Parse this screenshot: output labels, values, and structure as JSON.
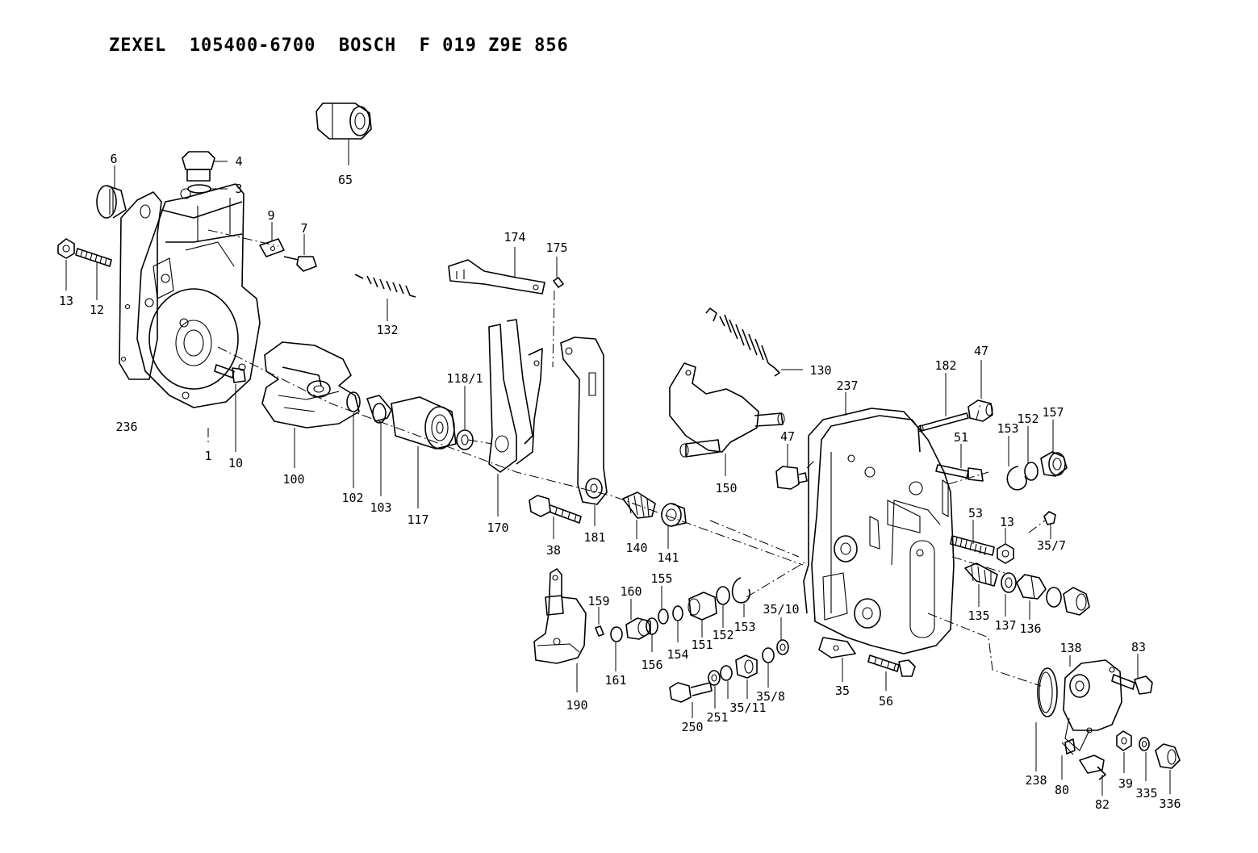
{
  "title": "ZEXEL  105400-6700  BOSCH  F 019 Z9E 856",
  "part_labels": [
    {
      "id": "65",
      "text": "65"
    },
    {
      "id": "6",
      "text": "6"
    },
    {
      "id": "4",
      "text": "4"
    },
    {
      "id": "3",
      "text": "3"
    },
    {
      "id": "9",
      "text": "9"
    },
    {
      "id": "7",
      "text": "7"
    },
    {
      "id": "13a",
      "text": "13"
    },
    {
      "id": "12",
      "text": "12"
    },
    {
      "id": "236",
      "text": "236"
    },
    {
      "id": "1",
      "text": "1"
    },
    {
      "id": "10",
      "text": "10"
    },
    {
      "id": "100",
      "text": "100"
    },
    {
      "id": "102",
      "text": "102"
    },
    {
      "id": "103",
      "text": "103"
    },
    {
      "id": "117",
      "text": "117"
    },
    {
      "id": "132",
      "text": "132"
    },
    {
      "id": "174",
      "text": "174"
    },
    {
      "id": "175",
      "text": "175"
    },
    {
      "id": "118_1",
      "text": "118/1"
    },
    {
      "id": "170",
      "text": "170"
    },
    {
      "id": "181",
      "text": "181"
    },
    {
      "id": "38",
      "text": "38"
    },
    {
      "id": "140",
      "text": "140"
    },
    {
      "id": "141",
      "text": "141"
    },
    {
      "id": "130",
      "text": "130"
    },
    {
      "id": "150",
      "text": "150"
    },
    {
      "id": "237",
      "text": "237"
    },
    {
      "id": "182",
      "text": "182"
    },
    {
      "id": "47a",
      "text": "47"
    },
    {
      "id": "47b",
      "text": "47"
    },
    {
      "id": "51",
      "text": "51"
    },
    {
      "id": "153a",
      "text": "153"
    },
    {
      "id": "152a",
      "text": "152"
    },
    {
      "id": "157",
      "text": "157"
    },
    {
      "id": "53",
      "text": "53"
    },
    {
      "id": "13b",
      "text": "13"
    },
    {
      "id": "35_7",
      "text": "35/7"
    },
    {
      "id": "135",
      "text": "135"
    },
    {
      "id": "137",
      "text": "137"
    },
    {
      "id": "136",
      "text": "136"
    },
    {
      "id": "190",
      "text": "190"
    },
    {
      "id": "159",
      "text": "159"
    },
    {
      "id": "160",
      "text": "160"
    },
    {
      "id": "155",
      "text": "155"
    },
    {
      "id": "161",
      "text": "161"
    },
    {
      "id": "156",
      "text": "156"
    },
    {
      "id": "154",
      "text": "154"
    },
    {
      "id": "151",
      "text": "151"
    },
    {
      "id": "152b",
      "text": "152"
    },
    {
      "id": "153b",
      "text": "153"
    },
    {
      "id": "35_10",
      "text": "35/10"
    },
    {
      "id": "35",
      "text": "35"
    },
    {
      "id": "56",
      "text": "56"
    },
    {
      "id": "250",
      "text": "250"
    },
    {
      "id": "251",
      "text": "251"
    },
    {
      "id": "35_11",
      "text": "35/11"
    },
    {
      "id": "35_8",
      "text": "35/8"
    },
    {
      "id": "138",
      "text": "138"
    },
    {
      "id": "83",
      "text": "83"
    },
    {
      "id": "238",
      "text": "238"
    },
    {
      "id": "80",
      "text": "80"
    },
    {
      "id": "82",
      "text": "82"
    },
    {
      "id": "39",
      "text": "39"
    },
    {
      "id": "335",
      "text": "335"
    },
    {
      "id": "336",
      "text": "336"
    }
  ]
}
